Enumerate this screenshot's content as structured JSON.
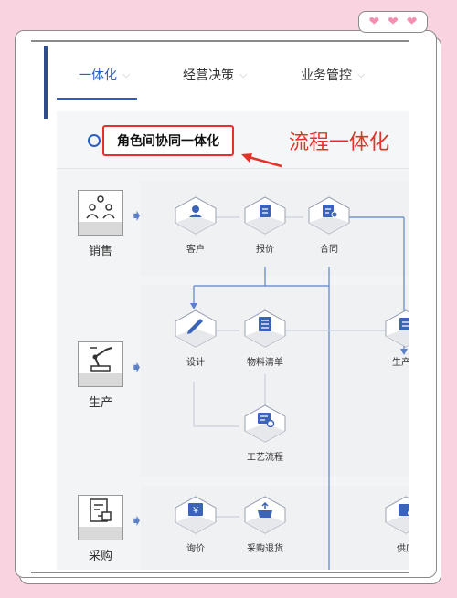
{
  "nav": {
    "tabs": [
      {
        "label": "一体化",
        "active": true
      },
      {
        "label": "经营决策",
        "active": false
      },
      {
        "label": "业务管控",
        "active": false
      }
    ]
  },
  "panel": {
    "title": "角色间协同一体化",
    "annotation": "流程一体化"
  },
  "roles": [
    {
      "label": "销售",
      "icon": "people-network-icon"
    },
    {
      "label": "生产",
      "icon": "robot-arm-icon"
    },
    {
      "label": "采购",
      "icon": "document-transfer-icon"
    }
  ],
  "nodes": {
    "customer": {
      "label": "客户",
      "icon": "customer-icon"
    },
    "quote": {
      "label": "报价",
      "icon": "quote-document-icon"
    },
    "contract": {
      "label": "合同",
      "icon": "contract-icon"
    },
    "design": {
      "label": "设计",
      "icon": "pencil-icon"
    },
    "bom": {
      "label": "物料清单",
      "icon": "list-icon"
    },
    "production": {
      "label": "生产计",
      "icon": "production-plan-icon"
    },
    "process": {
      "label": "工艺流程",
      "icon": "process-flow-icon"
    },
    "inquiry": {
      "label": "询价",
      "icon": "yen-icon"
    },
    "return": {
      "label": "采购退货",
      "icon": "basket-return-icon"
    },
    "supplier": {
      "label": "供应",
      "icon": "supplier-icon"
    }
  },
  "colors": {
    "accent": "#2b5dc4",
    "annotation_red": "#e53228",
    "node_icon": "#3b64b8",
    "background": "#f9d3df"
  }
}
